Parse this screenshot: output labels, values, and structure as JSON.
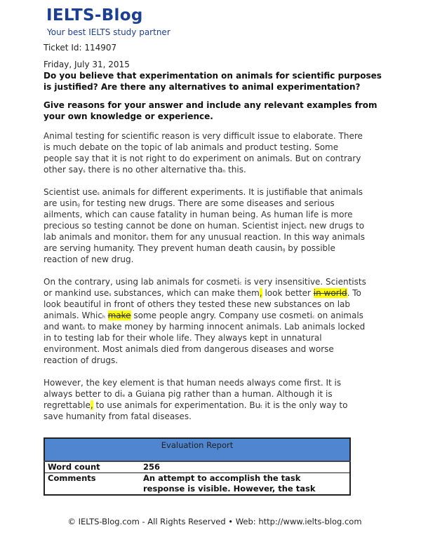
{
  "header": {
    "logo": "IELTS-Blog",
    "tagline": "Your best IELTS study partner",
    "ticket": "Ticket Id: 114907",
    "date": "Friday, July 31, 2015"
  },
  "question": "Do you believe that experimentation on animals for scientific purposes is justified? Are there any alternatives to animal experimentation?",
  "instruction": "Give reasons for your answer and include any relevant examples from your own knowledge or experience.",
  "essay": [
    [
      [
        "Animal testing for scientific reason is very difficult issue to elaborate. There"
      ],
      [
        "is much debate on the topic of lab animals and product testing. Some"
      ],
      [
        "people say that it is not right to do experiment on animals. But on contrary"
      ],
      [
        "other say",
        {
          "s": "s"
        },
        " there is no other alternative tha",
        {
          "s": "n"
        },
        " this."
      ]
    ],
    [
      [
        "Scientist use",
        {
          "s": "s"
        },
        " animals for different experiments. It is justifiable that animals"
      ],
      [
        "are usin",
        {
          "s": "g"
        },
        " for testing new drugs. There are some diseases and serious"
      ],
      [
        "ailments, which can cause fatality in human being. As human life is more"
      ],
      [
        "precious so testing cannot be done on human. Scientist inject",
        {
          "s": "s"
        },
        " new drugs to"
      ],
      [
        "lab animals and monitor",
        {
          "s": "s"
        },
        " them for any unusual reaction. In this way animals"
      ],
      [
        "are serving humanity. They prevent human death causin",
        {
          "s": "g"
        },
        " by possible"
      ],
      [
        "reaction of new drug."
      ]
    ],
    [
      [
        "On the contrary, using lab animals for cosmeti",
        {
          "s": "c"
        },
        " is very insensitive. Scientists"
      ],
      [
        "or mankind use",
        {
          "s": "s"
        },
        " substances, which can make them",
        {
          "h": ","
        },
        " look better ",
        {
          "x": "in world"
        },
        ". To"
      ],
      [
        "look beautiful in front of others they tested these new substances on lab"
      ],
      [
        "animals. Whic",
        {
          "s": "h"
        },
        " ",
        {
          "x": "make"
        },
        " some people angry. Company use cosmeti",
        {
          "s": "c"
        },
        " on animals"
      ],
      [
        "and want",
        {
          "s": "s"
        },
        " to make money by harming innocent animals. Lab animals locked"
      ],
      [
        "in to testing lab for their whole life. They always kept in unnatural"
      ],
      [
        "environment. Most animals died from dangerous diseases and worse"
      ],
      [
        "reaction of drugs."
      ]
    ],
    [
      [
        "However, the key element is that human needs always come first. It is"
      ],
      [
        "always better to di",
        {
          "s": "e"
        },
        " a Guiana pig rather than a human. Although it is"
      ],
      [
        "regrettable",
        {
          "h": ","
        },
        " to use animals for experimentation. Bu",
        {
          "s": "t"
        },
        " it is the only way to"
      ],
      [
        "save humanity from fatal diseases."
      ]
    ]
  ],
  "report": {
    "title": "Evaluation Report",
    "rows": [
      {
        "label": "Word count",
        "value": "256"
      },
      {
        "label": "Comments",
        "value": "An attempt to accomplish the task response is visible. However, the task"
      }
    ],
    "header_color": "#4f86cf"
  },
  "footer": "© IELTS-Blog.com - All Rights Reserved • Web: http://www.ielts-blog.com"
}
